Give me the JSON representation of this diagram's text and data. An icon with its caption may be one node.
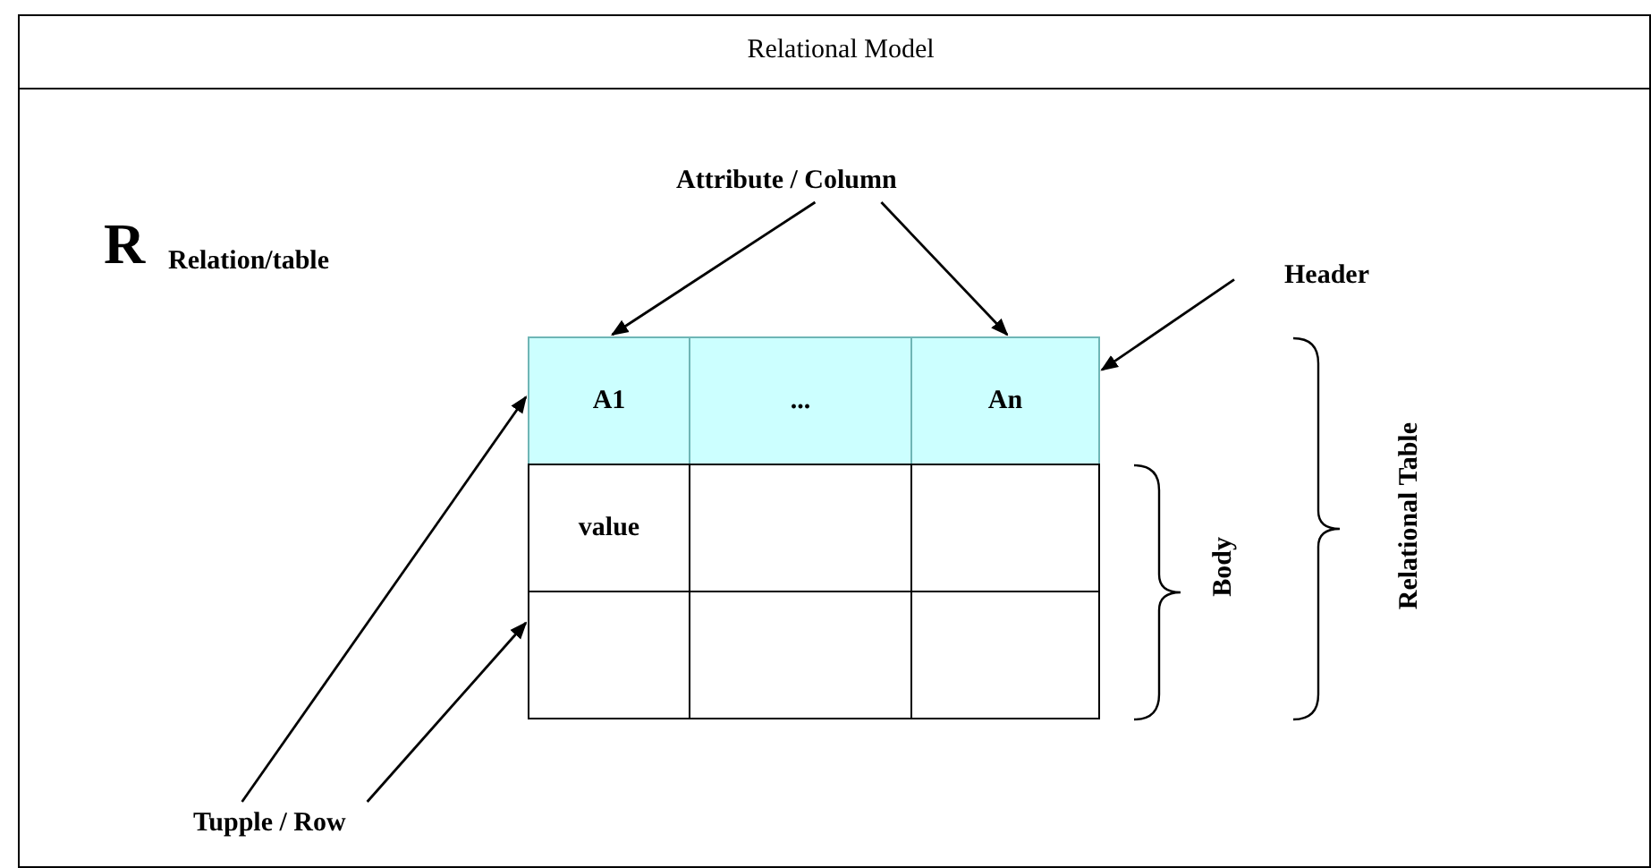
{
  "diagram": {
    "title": "Relational Model",
    "nodes": [
      {
        "text": [
          "Attribute / Column"
        ]
      },
      {
        "text": [
          "Header"
        ]
      },
      {
        "text": [
          "A1"
        ]
      },
      {
        "text": [
          "..."
        ]
      },
      {
        "text": [
          "An"
        ]
      },
      {
        "text": [
          "value"
        ]
      },
      {
        "text": [],
        "shape": "box"
      },
      {
        "text": [],
        "shape": "box"
      },
      {
        "text": [],
        "shape": "box"
      },
      {
        "text": [],
        "shape": "box"
      },
      {
        "text": [],
        "shape": "box"
      },
      {
        "text": [
          "Tupple / Row"
        ]
      }
    ],
    "edges": [
      {
        "from": 0,
        "to": 2,
        "arrow": "to"
      },
      {
        "from": 0,
        "to": 4,
        "arrow": "to"
      },
      {
        "from": 1,
        "to": 4,
        "arrow": "to"
      },
      {
        "from": 11,
        "to": 2,
        "arrow": "to"
      },
      {
        "from": 11,
        "to": 8,
        "arrow": "to"
      }
    ],
    "labels": [
      "R",
      "Relation/table",
      "Body",
      "Relational Table"
    ]
  }
}
